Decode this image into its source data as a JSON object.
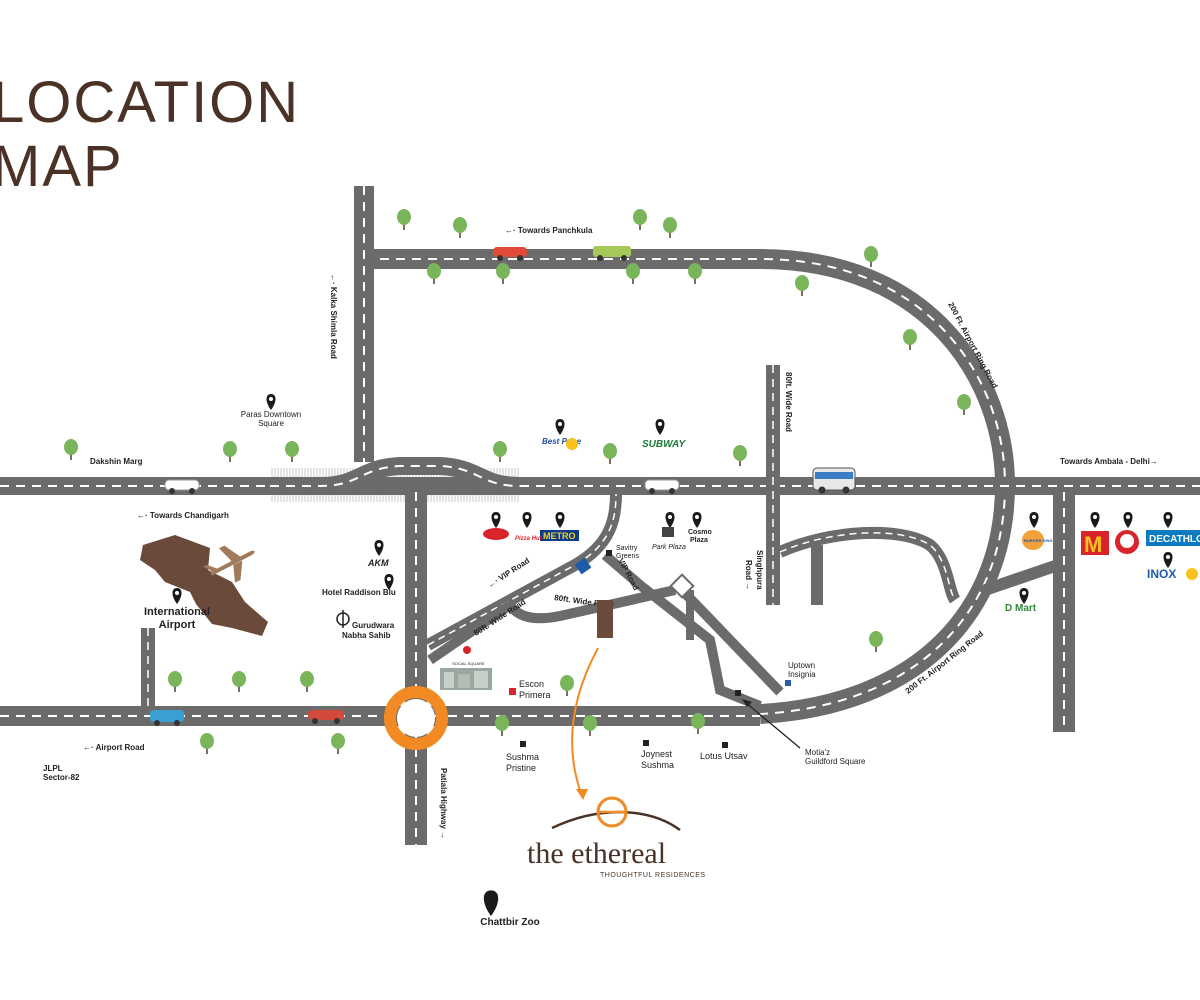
{
  "title": {
    "line1": "LOCATION",
    "line2": "MAP"
  },
  "roads": {
    "towards_panchkula": "←· Towards Panchkula",
    "kalka_shimla": "←· Kalka Shimla Road",
    "airport_ring_top": "200 Ft. Airport Ring Road",
    "airport_ring_bottom": "200 Ft. Airport Ring Road",
    "wide_80ft": "80ft. Wide Road",
    "dakshin_marg": "Dakshin Marg",
    "towards_ambala": "Towards Ambala - Delhi→",
    "towards_chandigarh": "←· Towards Chandigarh",
    "vip_road": "←· VIP Road",
    "vip_road_small": "VIP Road",
    "wide_80ft_small_a": "80ft. Wide Road",
    "wide_80ft_small_b": "80ft. Wide Road",
    "singhpura_1": "Singhpura",
    "singhpura_2": "Road →",
    "airport_road": "←· Airport Road",
    "patiala_highway": "Patiala Highway →"
  },
  "places": {
    "paras_1": "Paras Downtown",
    "paras_2": "Square",
    "intl_airport_1": "International",
    "intl_airport_2": "Airport",
    "hotel_raddison": "Hotel Raddison Blu",
    "gurudwara_1": "Gurudwara",
    "gurudwara_2": "Nabha Sahib",
    "akm": "AKM",
    "jlpl_1": "JLPL",
    "jlpl_2": "Sector-82",
    "savitry_1": "Savitry",
    "savitry_2": "Greens",
    "park_plaza": "Park Plaza",
    "cosmo_1": "Cosmo",
    "cosmo_2": "Plaza",
    "social_square": "SOCIAL SQUARE",
    "escon_1": "Escon",
    "escon_2": "Primera",
    "sushma_1": "Sushma",
    "sushma_2": "Pristine",
    "joynest_1": "Joynest",
    "joynest_2": "Sushma",
    "lotus": "Lotus Utsav",
    "uptown_1": "Uptown",
    "uptown_2": "Insignia",
    "motiaz_1": "Motia'z",
    "motiaz_2": "Guildford Square",
    "chattbir": "Chattbir Zoo"
  },
  "brands": {
    "best_price": "Best Price",
    "subway": "SUBWAY",
    "metro": "METRO",
    "pizza_hut": "Pizza Hut",
    "dmart": "D Mart",
    "burger_king": "BURGER KING",
    "decathlon": "DECATHLON",
    "inox": "INOX"
  },
  "logo": {
    "name": "the ethereal",
    "tagline": "THOUGHTFUL RESIDENCES"
  },
  "colors": {
    "road": "#6b6b6b",
    "roundabout": "#f28a23",
    "tree": "#7ab55c",
    "title": "#4a3226",
    "airport": "#6a4a3a"
  }
}
